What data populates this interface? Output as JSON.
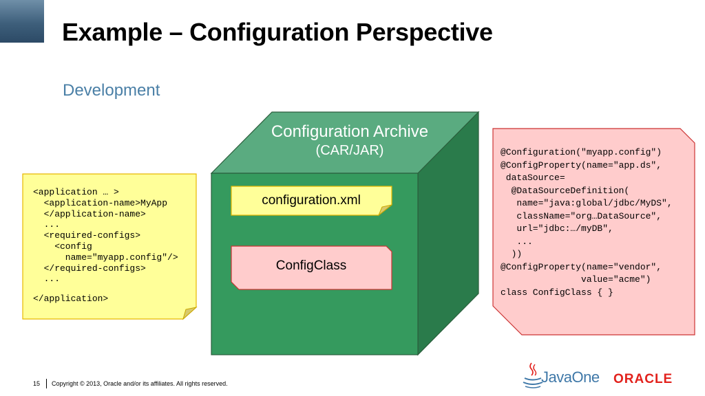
{
  "slide": {
    "title": "Example – Configuration Perspective",
    "subtitle": "Development"
  },
  "archive": {
    "title_line1": "Configuration Archive",
    "title_line2": "(CAR/JAR)",
    "xml_file_label": "configuration.xml",
    "class_label": "ConfigClass"
  },
  "application_xml": {
    "lines": "<application … >\n  <application-name>MyApp\n  </application-name>\n  ...\n  <required-configs>\n    <config\n      name=\"myapp.config\"/>\n  </required-configs>\n  ...",
    "closing": "</application>"
  },
  "annotations_code": {
    "lines": "@Configuration(\"myapp.config\")\n@ConfigProperty(name=\"app.ds\",\n dataSource=\n  @DataSourceDefinition(\n   name=\"java:global/jdbc/MyDS\",\n   className=\"org…DataSource\",\n   url=\"jdbc:…/myDB\",\n   ...\n  ))\n@ConfigProperty(name=\"vendor\",\n               value=\"acme\")\nclass ConfigClass { }"
  },
  "footer": {
    "page_number": "15",
    "copyright": "Copyright © 2013, Oracle and/or its affiliates. All rights reserved.",
    "javaone_logo_text": "JavaOne",
    "oracle_logo_text": "ORACLE"
  },
  "colors": {
    "cube_front": "#359a5e",
    "cube_top": "#5aab80",
    "cube_side": "#2a7b4b",
    "note_yellow": "#ffff99",
    "note_pink": "#ffcccc",
    "subtitle_blue": "#4a7fa6",
    "oracle_red": "#e2211c"
  }
}
